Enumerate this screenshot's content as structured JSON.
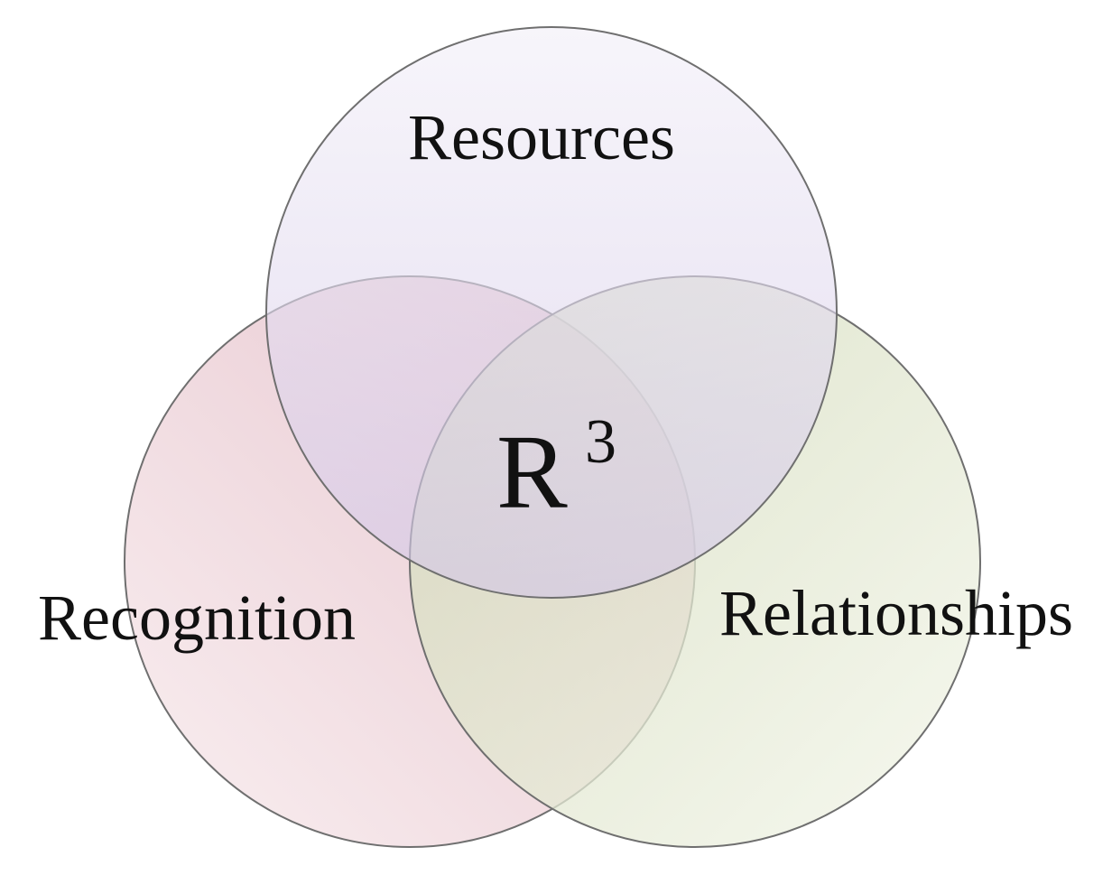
{
  "diagram": {
    "type": "venn",
    "sets": [
      {
        "id": "resources",
        "label": "Resources",
        "color": "#d6cde6"
      },
      {
        "id": "recognition",
        "label": "Recognition",
        "color": "#eec8cc"
      },
      {
        "id": "relationships",
        "label": "Relationships",
        "color": "#dfe7c8"
      }
    ],
    "center": {
      "label": "R",
      "superscript": "3"
    },
    "colors": {
      "outline": "#6f6f6f",
      "text": "#111111",
      "background": "#ffffff"
    }
  }
}
